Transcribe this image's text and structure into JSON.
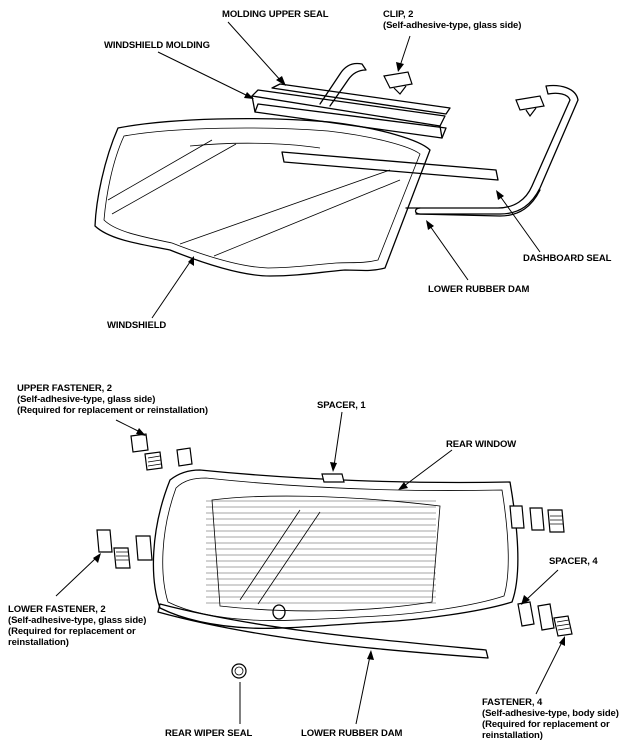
{
  "labels": {
    "molding_upper_seal": [
      "MOLDING UPPER SEAL"
    ],
    "clip": [
      "CLIP, 2",
      "(Self-adhesive-type, glass side)"
    ],
    "windshield_molding": [
      "WINDSHIELD MOLDING"
    ],
    "dashboard_seal": [
      "DASHBOARD SEAL"
    ],
    "lower_rubber_dam_top": [
      "LOWER RUBBER DAM"
    ],
    "windshield": [
      "WINDSHIELD"
    ],
    "upper_fastener": [
      "UPPER FASTENER, 2",
      "(Self-adhesive-type, glass side)",
      "(Required for replacement or reinstallation)"
    ],
    "spacer_1": [
      "SPACER, 1"
    ],
    "rear_window": [
      "REAR WINDOW"
    ],
    "spacer_4": [
      "SPACER, 4"
    ],
    "lower_fastener": [
      "LOWER FASTENER, 2",
      "(Self-adhesive-type, glass side)",
      "(Required for replacement or",
      "reinstallation)"
    ],
    "fastener_4": [
      "FASTENER, 4",
      "(Self-adhesive-type, body side)",
      "(Required for replacement or",
      "reinstallation)"
    ],
    "rear_wiper_seal": [
      "REAR WIPER SEAL"
    ],
    "lower_rubber_dam_bottom": [
      "LOWER RUBBER DAM"
    ]
  }
}
